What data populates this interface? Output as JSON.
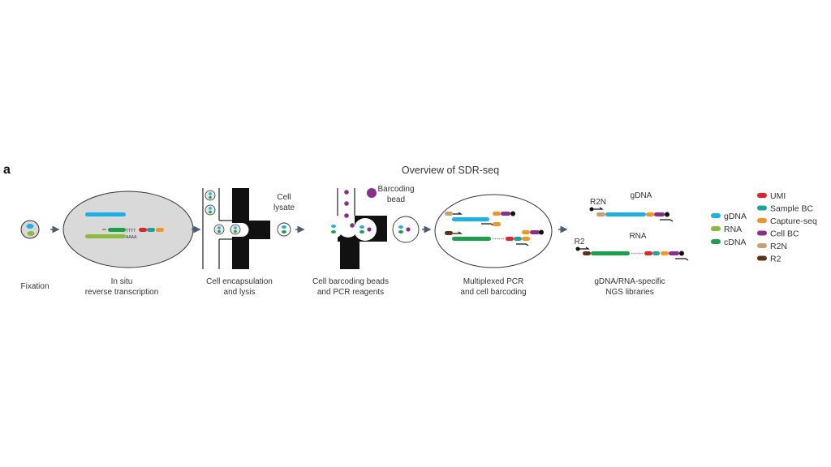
{
  "panel_label": "a",
  "title": "Overview of SDR-seq",
  "steps": [
    {
      "line1": "Fixation",
      "line2": ""
    },
    {
      "line1": "In situ",
      "line2": "reverse transcription"
    },
    {
      "line1": "Cell encapsulation",
      "line2": "and lysis"
    },
    {
      "line1": "Cell barcoding beads",
      "line2": "and PCR reagents"
    },
    {
      "line1": "Multiplexed PCR",
      "line2": "and cell barcoding"
    },
    {
      "line1": "gDNA/RNA-specific",
      "line2": "NGS libraries"
    }
  ],
  "annotations": {
    "cell_lysate_1": "Cell",
    "cell_lysate_2": "lysate",
    "barcoding_bead_1": "Barcoding",
    "barcoding_bead_2": "bead",
    "polyT": "TTTT",
    "polyA": "AAAA",
    "lib_gdna": "gDNA",
    "lib_rna": "RNA",
    "r2n": "R2N",
    "r2": "R2"
  },
  "legend_molecules": [
    {
      "label": "gDNA",
      "color": "#1ab0ea"
    },
    {
      "label": "RNA",
      "color": "#8cbb3c"
    },
    {
      "label": "cDNA",
      "color": "#17a24a"
    }
  ],
  "legend_elements": [
    {
      "label": "UMI",
      "color": "#e8202a"
    },
    {
      "label": "Sample BC",
      "color": "#17a59f"
    },
    {
      "label": "Capture-seq",
      "color": "#f7941d"
    },
    {
      "label": "Cell BC",
      "color": "#8b2c8f"
    },
    {
      "label": "R2N",
      "color": "#c9a06f"
    },
    {
      "label": "R2",
      "color": "#5b3415"
    }
  ]
}
